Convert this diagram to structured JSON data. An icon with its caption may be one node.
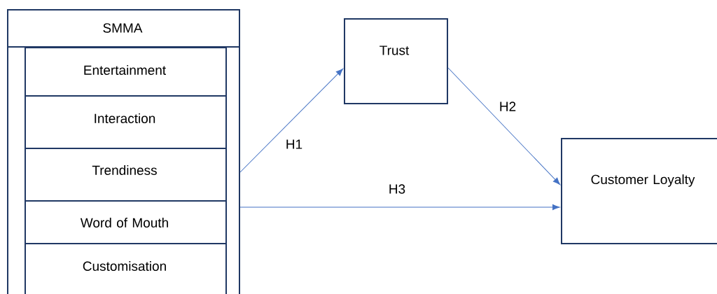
{
  "diagram": {
    "nodes": [
      {
        "text": [
          "SMMA"
        ]
      },
      {
        "text": [
          "Entertainment"
        ],
        "in": 0
      },
      {
        "text": [
          "Interaction"
        ],
        "in": 0
      },
      {
        "text": [
          "Trendiness"
        ],
        "in": 0
      },
      {
        "text": [
          "Word of Mouth"
        ],
        "in": 0
      },
      {
        "text": [
          "Customisation"
        ],
        "in": 0
      },
      {
        "text": [
          "Trust"
        ]
      },
      {
        "text": [
          "Customer Loyalty"
        ]
      }
    ],
    "edges": [
      {
        "from": 0,
        "to": 6,
        "arrow": "to",
        "label": "H1"
      },
      {
        "from": 6,
        "to": 7,
        "arrow": "to",
        "label": "H2"
      },
      {
        "from": 0,
        "to": 7,
        "arrow": "to",
        "label": "H3"
      }
    ]
  }
}
